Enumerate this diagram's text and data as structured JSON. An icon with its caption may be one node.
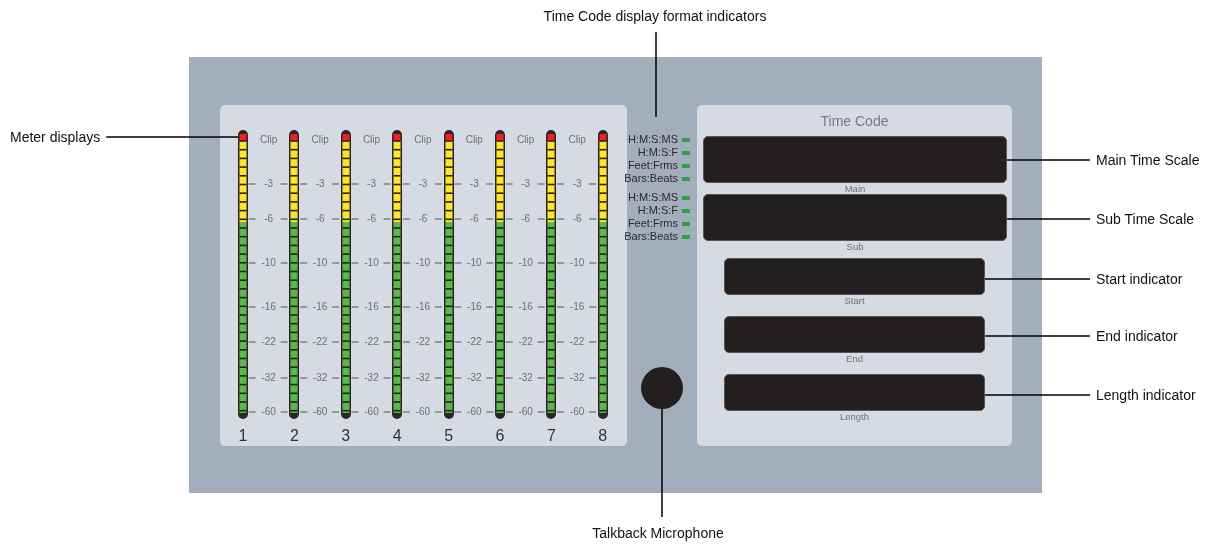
{
  "diagram": {
    "nodes": [
      {
        "text": [],
        "shape": "box"
      },
      {
        "text": [],
        "shape": "box",
        "in": 0
      },
      {
        "text": [],
        "shape": "bar",
        "in": 1
      },
      {
        "text": [],
        "shape": "bar",
        "in": 1
      },
      {
        "text": [],
        "shape": "bar",
        "in": 1
      },
      {
        "text": [],
        "shape": "bar",
        "in": 1
      },
      {
        "text": [],
        "shape": "bar",
        "in": 1
      },
      {
        "text": [],
        "shape": "bar",
        "in": 1
      },
      {
        "text": [],
        "shape": "bar",
        "in": 1
      },
      {
        "text": [],
        "shape": "bar",
        "in": 1
      },
      {
        "text": [
          "Time Code"
        ],
        "in": 0
      },
      {
        "text": [],
        "shape": "box",
        "in": 10,
        "beside": [
          "Main"
        ]
      },
      {
        "text": [],
        "shape": "box",
        "in": 10,
        "beside": [
          "Sub"
        ]
      },
      {
        "text": [],
        "shape": "box",
        "in": 10,
        "beside": [
          "Start"
        ]
      },
      {
        "text": [],
        "shape": "box",
        "in": 10,
        "beside": [
          "End"
        ]
      },
      {
        "text": [],
        "shape": "box",
        "in": 10,
        "beside": [
          "Length"
        ]
      },
      {
        "text": [],
        "shape": "circle",
        "in": 0
      },
      {
        "text": [
          "Meter displays"
        ]
      },
      {
        "text": [
          "Time Code display format indicators"
        ]
      },
      {
        "text": [
          "Main Time Scale"
        ]
      },
      {
        "text": [
          "Sub Time Scale"
        ]
      },
      {
        "text": [
          "Start indicator"
        ]
      },
      {
        "text": [
          "End indicator"
        ]
      },
      {
        "text": [
          "Length indicator"
        ]
      },
      {
        "text": [
          "Talkback Microphone"
        ]
      }
    ],
    "edges": [
      {
        "from": 17,
        "to": 2,
        "arrow": "none"
      },
      {
        "from": 18,
        "to": null,
        "arrow": "none"
      },
      {
        "from": 19,
        "to": 11,
        "arrow": "none"
      },
      {
        "from": 20,
        "to": 12,
        "arrow": "none"
      },
      {
        "from": 21,
        "to": 13,
        "arrow": "none"
      },
      {
        "from": 22,
        "to": 14,
        "arrow": "none"
      },
      {
        "from": 23,
        "to": 15,
        "arrow": "none"
      },
      {
        "from": 24,
        "to": 16,
        "arrow": "none"
      }
    ],
    "labels": [
      "Clip",
      "Clip",
      "Clip",
      "Clip",
      "Clip",
      "Clip",
      "Clip",
      "-3",
      "-3",
      "-3",
      "-3",
      "-3",
      "-3",
      "-3",
      "-6",
      "-6",
      "-6",
      "-6",
      "-6",
      "-6",
      "-6",
      "-10",
      "-10",
      "-10",
      "-10",
      "-10",
      "-10",
      "-10",
      "-16",
      "-16",
      "-16",
      "-16",
      "-16",
      "-16",
      "-16",
      "-22",
      "-22",
      "-22",
      "-22",
      "-22",
      "-22",
      "-22",
      "-32",
      "-32",
      "-32",
      "-32",
      "-32",
      "-32",
      "-32",
      "-60",
      "-60",
      "-60",
      "-60",
      "-60",
      "-60",
      "-60",
      "1",
      "2",
      "3",
      "4",
      "5",
      "6",
      "7",
      "8",
      "H:M:S:MS",
      "H:M:S:F",
      "Feet:Frms",
      "Bars:Beats",
      "H:M:S:MS",
      "H:M:S:F",
      "Feet:Frms",
      "Bars:Beats"
    ]
  }
}
